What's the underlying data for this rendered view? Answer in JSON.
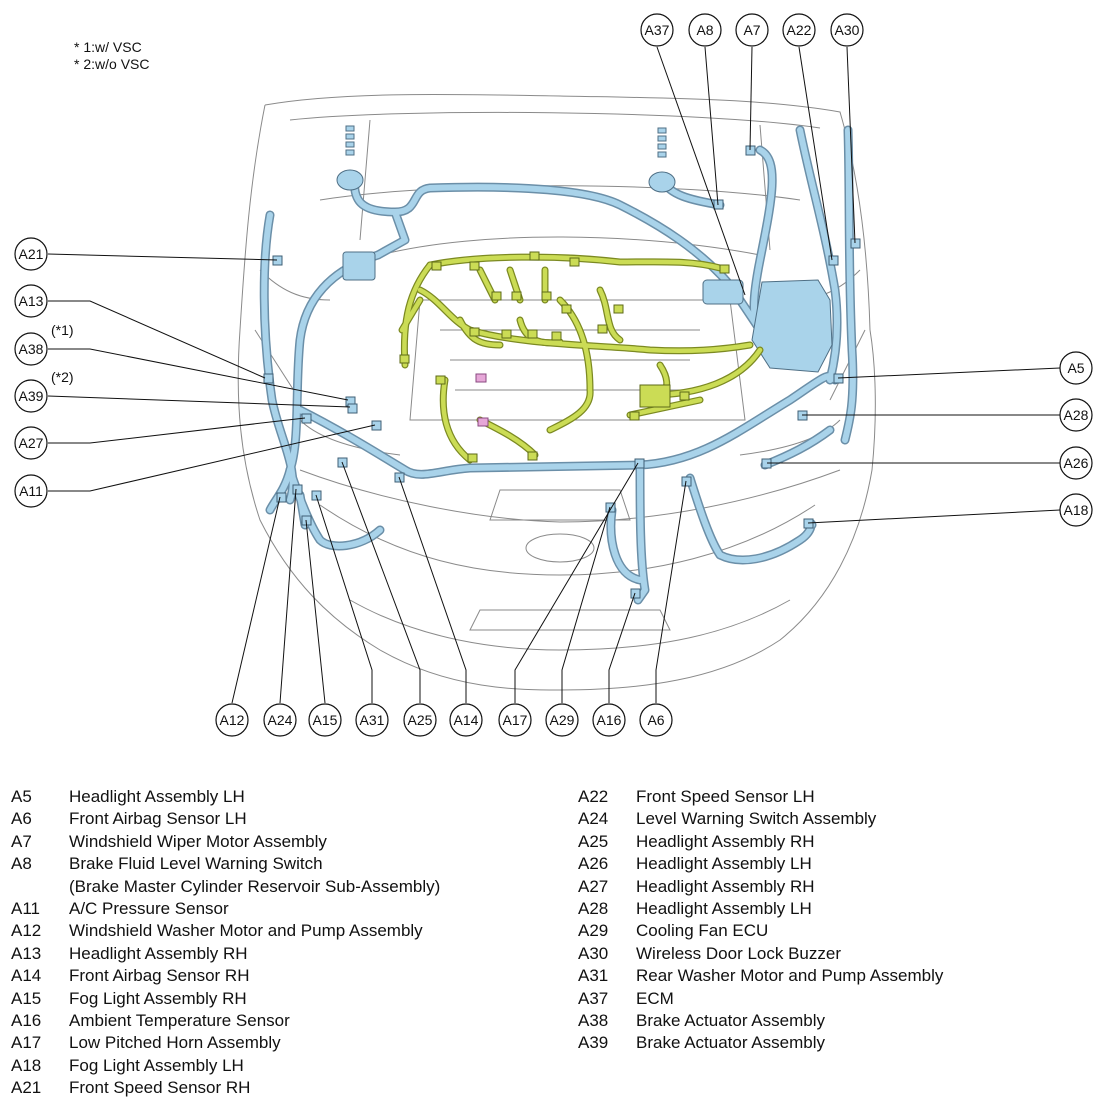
{
  "notes": [
    "* 1:w/ VSC",
    "* 2:w/o VSC"
  ],
  "colors": {
    "harness_main": "#a9d3ea",
    "harness_engine": "#cbdc55",
    "outline": "#8a8a8a",
    "connector_pink": "#e6a7d8"
  },
  "callouts": {
    "top": [
      "A37",
      "A8",
      "A7",
      "A22",
      "A30"
    ],
    "left": [
      "A21",
      "A13",
      "A38",
      "A39",
      "A27",
      "A11"
    ],
    "right": [
      "A5",
      "A28",
      "A26",
      "A18"
    ],
    "bottom": [
      "A12",
      "A24",
      "A15",
      "A31",
      "A25",
      "A14",
      "A17",
      "A29",
      "A16",
      "A6"
    ],
    "variant_marks": {
      "A38": "(*1)",
      "A39": "(*2)"
    }
  },
  "legend_left": [
    {
      "code": "A5",
      "desc": "Headlight Assembly LH"
    },
    {
      "code": "A6",
      "desc": "Front Airbag Sensor LH"
    },
    {
      "code": "A7",
      "desc": "Windshield Wiper Motor Assembly"
    },
    {
      "code": "A8",
      "desc": "Brake Fluid Level Warning Switch"
    },
    {
      "code": "",
      "desc": "(Brake Master Cylinder Reservoir Sub-Assembly)"
    },
    {
      "code": "A11",
      "desc": "A/C Pressure Sensor"
    },
    {
      "code": "A12",
      "desc": "Windshield Washer Motor and Pump Assembly"
    },
    {
      "code": "A13",
      "desc": "Headlight Assembly RH"
    },
    {
      "code": "A14",
      "desc": "Front Airbag Sensor RH"
    },
    {
      "code": "A15",
      "desc": "Fog Light Assembly RH"
    },
    {
      "code": "A16",
      "desc": "Ambient Temperature Sensor"
    },
    {
      "code": "A17",
      "desc": "Low Pitched Horn Assembly"
    },
    {
      "code": "A18",
      "desc": "Fog Light Assembly LH"
    },
    {
      "code": "A21",
      "desc": "Front Speed Sensor RH"
    }
  ],
  "legend_right": [
    {
      "code": "A22",
      "desc": "Front Speed Sensor LH"
    },
    {
      "code": "A24",
      "desc": "Level Warning Switch Assembly"
    },
    {
      "code": "A25",
      "desc": "Headlight Assembly RH"
    },
    {
      "code": "A26",
      "desc": "Headlight Assembly LH"
    },
    {
      "code": "A27",
      "desc": "Headlight Assembly RH"
    },
    {
      "code": "A28",
      "desc": "Headlight Assembly LH"
    },
    {
      "code": "A29",
      "desc": "Cooling Fan ECU"
    },
    {
      "code": "A30",
      "desc": "Wireless Door Lock Buzzer"
    },
    {
      "code": "A31",
      "desc": "Rear Washer Motor and Pump Assembly"
    },
    {
      "code": "A37",
      "desc": "ECM"
    },
    {
      "code": "A38",
      "desc": "Brake Actuator Assembly"
    },
    {
      "code": "A39",
      "desc": "Brake Actuator Assembly"
    }
  ]
}
